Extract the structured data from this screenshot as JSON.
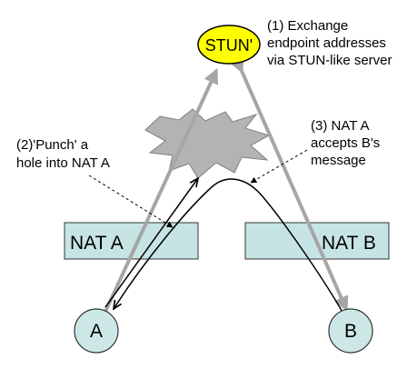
{
  "diagram": {
    "stun_label": "STUN'",
    "step1": {
      "line1": "(1) Exchange",
      "line2": "endpoint addresses",
      "line3": "via STUN-like server"
    },
    "step2": {
      "line1": "(2)'Punch' a",
      "line2": "hole into NAT A"
    },
    "step3": {
      "line1": "(3) NAT A",
      "line2": "accepts B's",
      "line3": "message"
    },
    "nat_a_label": "NAT A",
    "nat_b_label": "NAT B",
    "host_a_label": "A",
    "host_b_label": "B"
  },
  "colors": {
    "stun_fill": "#FFFF00",
    "nat_fill": "#C7E4E4",
    "host_fill": "#CDE7E7",
    "arrow_gray": "#A6A6A6",
    "burst_gray": "#B3B3B3",
    "line_black": "#000000"
  }
}
